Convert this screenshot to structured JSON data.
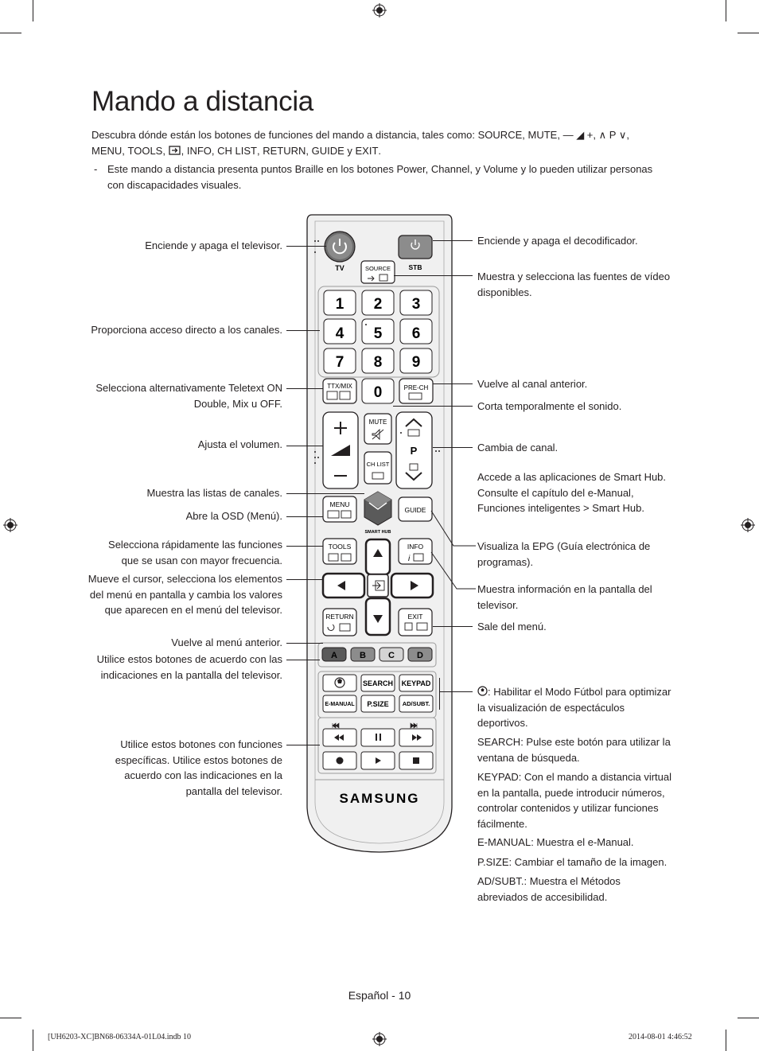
{
  "page": {
    "title": "Mando a distancia",
    "intro_prefix": "Descubra dónde están los botones de funciones del mando a distancia, tales como: ",
    "intro_keys": [
      "SOURCE",
      "MUTE",
      "MENU",
      "TOOLS",
      "INFO",
      "CH LIST",
      "RETURN",
      "GUIDE",
      "EXIT"
    ],
    "vol_symbol": "— ◢ +",
    "ch_symbol": "∧ P ∨",
    "bullet_dash": "-",
    "bullet_a": "Este mando a distancia presenta puntos Braille en los botones ",
    "bullet_power": "Power",
    "bullet_channel": "Channel",
    "bullet_y": ", y ",
    "bullet_volume": "Volume",
    "bullet_b": " y lo pueden utilizar personas con discapacidades visuales.",
    "footer": "Español - 10",
    "slug_left": "[UH6203-XC]BN68-06334A-01L04.indb   10",
    "slug_right": "2014-08-01   4:46:52"
  },
  "left_labels": [
    "Enciende y apaga el televisor.",
    "Proporciona acceso directo a los canales.",
    "Selecciona alternativamente Teletext ON Double, Mix u OFF.",
    "Ajusta el volumen.",
    "Muestra las listas de canales.",
    "Abre la OSD (Menú).",
    "Selecciona rápidamente las funciones que se usan con mayor frecuencia.",
    "Mueve el cursor, selecciona los elementos del menú en pantalla y cambia los valores que aparecen en el menú del televisor.",
    "Vuelve al menú anterior.",
    "Utilice estos botones de acuerdo con las indicaciones en la pantalla del televisor.",
    "Utilice estos botones con funciones específicas. Utilice estos botones de acuerdo con las indicaciones en la pantalla del televisor."
  ],
  "right_labels": {
    "stb": "Enciende y apaga el decodificador.",
    "source": "Muestra y selecciona las fuentes de vídeo disponibles.",
    "prech": "Vuelve al canal anterior.",
    "mute": "Corta temporalmente el sonido.",
    "channel": "Cambia de canal.",
    "smarthub_a": "Accede a las aplicaciones de ",
    "smarthub_b": "Smart Hub",
    "smarthub_c": ". Consulte el capítulo del e-Manual, ",
    "smarthub_d": "Funciones inteligentes",
    "smarthub_e": " > ",
    "smarthub_f": "Smart Hub",
    "smarthub_g": ".",
    "guide_a": "Visualiza la ",
    "guide_b": "EPG",
    "guide_c": " (Guía electrónica de programas).",
    "info": "Muestra información en la pantalla del televisor.",
    "exit": "Sale del menú.",
    "football_a": ": Habilitar el ",
    "football_b": "Modo Fútbol",
    "football_c": " para optimizar la visualización de espectáculos deportivos.",
    "search_k": "SEARCH",
    "search_t": ": Pulse este botón para utilizar la ventana de búsqueda.",
    "keypad_k": "KEYPAD",
    "keypad_t": ": Con el mando a distancia virtual en la pantalla, puede introducir números, controlar contenidos y utilizar funciones fácilmente.",
    "emanual_k": "E-MANUAL",
    "emanual_t": ": Muestra el ",
    "emanual_b": "e-Manual",
    "emanual_e": ".",
    "psize_k": "P.SIZE",
    "psize_t": ": Cambiar el tamaño de la imagen.",
    "adsubt_k": "AD/SUBT.",
    "adsubt_t": ": Muestra el ",
    "adsubt_b": "Métodos abreviados de accesibilidad",
    "adsubt_e": "."
  },
  "remote": {
    "tv": "TV",
    "stb": "STB",
    "source": "SOURCE",
    "digits": [
      "1",
      "2",
      "3",
      "4",
      "5",
      "6",
      "7",
      "8",
      "9",
      "0"
    ],
    "ttx": "TTX/MIX",
    "prech": "PRE-CH",
    "mute": "MUTE",
    "chlist": "CH LIST",
    "p": "P",
    "menu": "MENU",
    "guide": "GUIDE",
    "smarthub": "SMART HUB",
    "tools": "TOOLS",
    "info": "INFO",
    "return": "RETURN",
    "exit": "EXIT",
    "colors": [
      "A",
      "B",
      "C",
      "D"
    ],
    "search": "SEARCH",
    "keypad": "KEYPAD",
    "emanual": "E-MANUAL",
    "psize": "P.SIZE",
    "adsubt": "AD/SUBT.",
    "brand": "SAMSUNG"
  },
  "colors": {
    "text": "#231f20",
    "button_dark": "#5a5a5a",
    "button_b": "#8c8c8c",
    "button_light": "#d4d4d4"
  }
}
